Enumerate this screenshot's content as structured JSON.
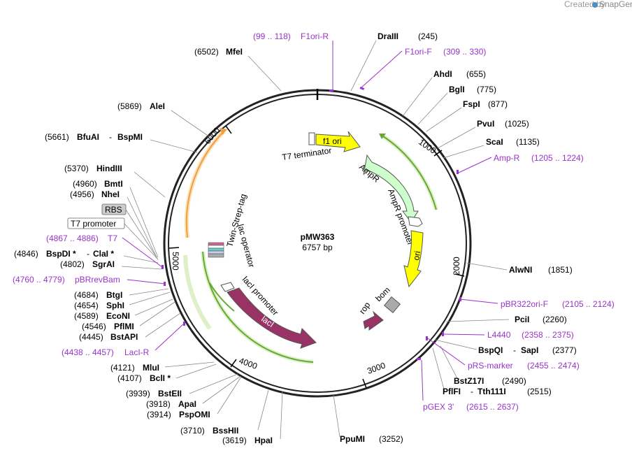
{
  "brand": {
    "created_by": "Created by",
    "app": "SnapGene"
  },
  "plasmid": {
    "name": "pMW363",
    "length": "6757 bp"
  },
  "ticks": [
    "1000",
    "2000",
    "3000",
    "4000",
    "5000",
    "6000"
  ],
  "enzymes": [
    {
      "name": "DraIII",
      "pos": "(245)"
    },
    {
      "name": "MfeI",
      "pos": "(6502)"
    },
    {
      "name": "AhdI",
      "pos": "(655)"
    },
    {
      "name": "BglI",
      "pos": "(775)"
    },
    {
      "name": "FspI",
      "pos": "(877)"
    },
    {
      "name": "PvuI",
      "pos": "(1025)"
    },
    {
      "name": "ScaI",
      "pos": "(1135)"
    },
    {
      "name": "AleI",
      "pos": "(5869)"
    },
    {
      "name": "BfuAI",
      "pos": "(5661)",
      "alt": "BspMI"
    },
    {
      "name": "HindIII",
      "pos": "(5370)"
    },
    {
      "name": "BmtI",
      "pos": "(4960)"
    },
    {
      "name": "NheI",
      "pos": "(4956)"
    },
    {
      "name": "BspDI *",
      "pos": "(4846)",
      "alt": "ClaI *"
    },
    {
      "name": "SgrAI",
      "pos": "(4802)"
    },
    {
      "name": "AlwNI",
      "pos": "(1851)"
    },
    {
      "name": "BtgI",
      "pos": "(4684)"
    },
    {
      "name": "SphI",
      "pos": "(4654)"
    },
    {
      "name": "EcoNI",
      "pos": "(4589)"
    },
    {
      "name": "PflMI",
      "pos": "(4546)"
    },
    {
      "name": "BstAPI",
      "pos": "(4445)"
    },
    {
      "name": "PciI",
      "pos": "(2260)"
    },
    {
      "name": "BspQI",
      "pos": "(2377)",
      "alt": "SapI"
    },
    {
      "name": "MluI",
      "pos": "(4121)"
    },
    {
      "name": "BclI *",
      "pos": "(4107)"
    },
    {
      "name": "BstZ17I",
      "pos": "(2490)"
    },
    {
      "name": "PflFI",
      "pos": "(2515)",
      "alt": "Tth111I"
    },
    {
      "name": "BstEII",
      "pos": "(3939)"
    },
    {
      "name": "ApaI",
      "pos": "(3918)"
    },
    {
      "name": "PspOMI",
      "pos": "(3914)"
    },
    {
      "name": "BssHII",
      "pos": "(3710)"
    },
    {
      "name": "HpaI",
      "pos": "(3619)"
    },
    {
      "name": "PpuMI",
      "pos": "(3252)"
    }
  ],
  "primers": [
    {
      "range": "(99 .. 118)",
      "name": "F1ori-R"
    },
    {
      "name": "F1ori-F",
      "range": "(309 .. 330)"
    },
    {
      "name": "Amp-R",
      "range": "(1205 .. 1224)"
    },
    {
      "range": "(4867 .. 4886)",
      "name": "T7"
    },
    {
      "range": "(4760 .. 4779)",
      "name": "pBRrevBam"
    },
    {
      "name": "pBR322ori-F",
      "range": "(2105 .. 2124)"
    },
    {
      "name": "L4440",
      "range": "(2358 .. 2375)"
    },
    {
      "range": "(4438 .. 4457)",
      "name": "LacI-R"
    },
    {
      "name": "pRS-marker",
      "range": "(2455 .. 2474)"
    },
    {
      "name": "pGEX 3'",
      "range": "(2615 .. 2637)"
    }
  ],
  "boxed": {
    "rbs": "RBS",
    "t7p": "T7 promoter"
  },
  "features": {
    "f1ori": "f1 ori",
    "t7term": "T7 terminator",
    "ampr": "AmpR",
    "ampr_prom": "AmpR promoter",
    "ori": "ori",
    "rop": "rop",
    "bom": "bom",
    "laci": "lacI",
    "laci_prom": "lacI promoter",
    "lac_op": "lac operator",
    "strep": "Twin-Strep-tag"
  },
  "colors": {
    "ori": "#ffff00",
    "ampr": "#ccffcc",
    "laci": "#993366",
    "primer": "#9933cc",
    "orange": "#f0a040",
    "green": "#66aa33"
  }
}
